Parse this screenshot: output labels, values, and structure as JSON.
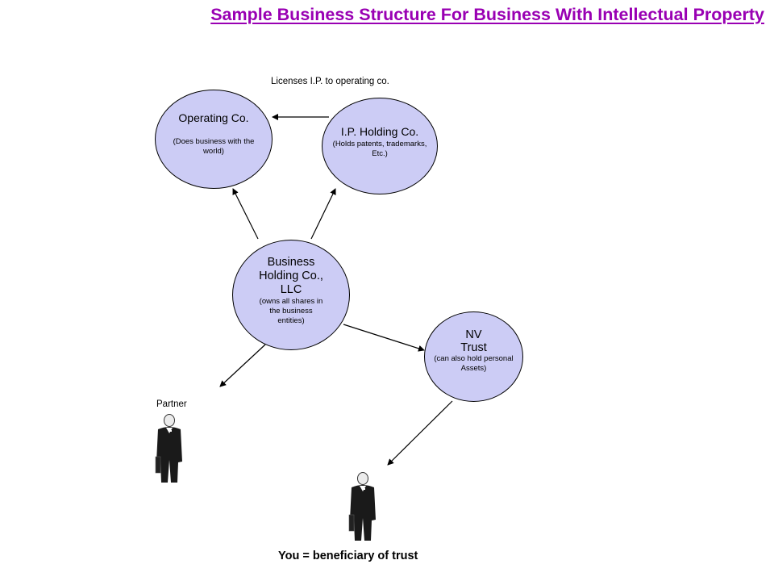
{
  "title": "Sample Business Structure For Business With Intellectual Property",
  "nodes": {
    "operating": {
      "name": "Operating Co.",
      "desc": "(Does business with the\nworld)"
    },
    "ip_holding": {
      "name": "I.P. Holding Co.",
      "desc": "(Holds patents, trademarks,\nEtc.)"
    },
    "business_holding": {
      "name": "Business\nHolding Co.,\nLLC",
      "desc": "(owns all shares in\nthe business\nentities)"
    },
    "nv_trust": {
      "name": "NV\nTrust",
      "desc": "(can also hold personal\nAssets)"
    }
  },
  "labels": {
    "license": "Licenses I.P. to operating co.",
    "partner": "Partner",
    "you": "You = beneficiary of trust"
  },
  "colors": {
    "title": "#9900b3",
    "node_fill": "#ccccf5",
    "figure": "#1a1a1a"
  },
  "icons": [
    "businessman-icon",
    "businessman-icon"
  ]
}
